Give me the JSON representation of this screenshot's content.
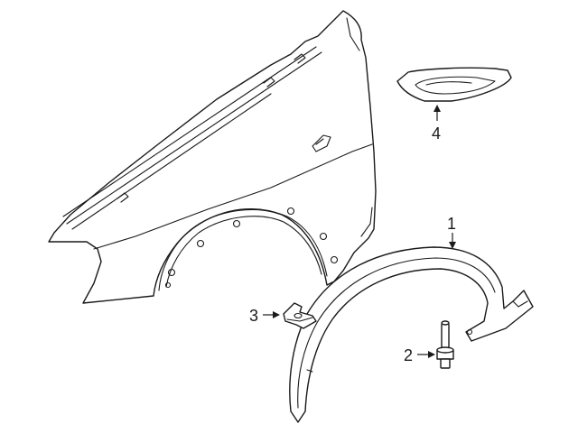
{
  "diagram": {
    "parts": [
      {
        "number": "1",
        "part": "fender-flare"
      },
      {
        "number": "2",
        "part": "stud"
      },
      {
        "number": "3",
        "part": "bracket"
      },
      {
        "number": "4",
        "part": "side-marker-trim"
      }
    ],
    "line_color": "#1a1a1a",
    "background": "#ffffff"
  }
}
